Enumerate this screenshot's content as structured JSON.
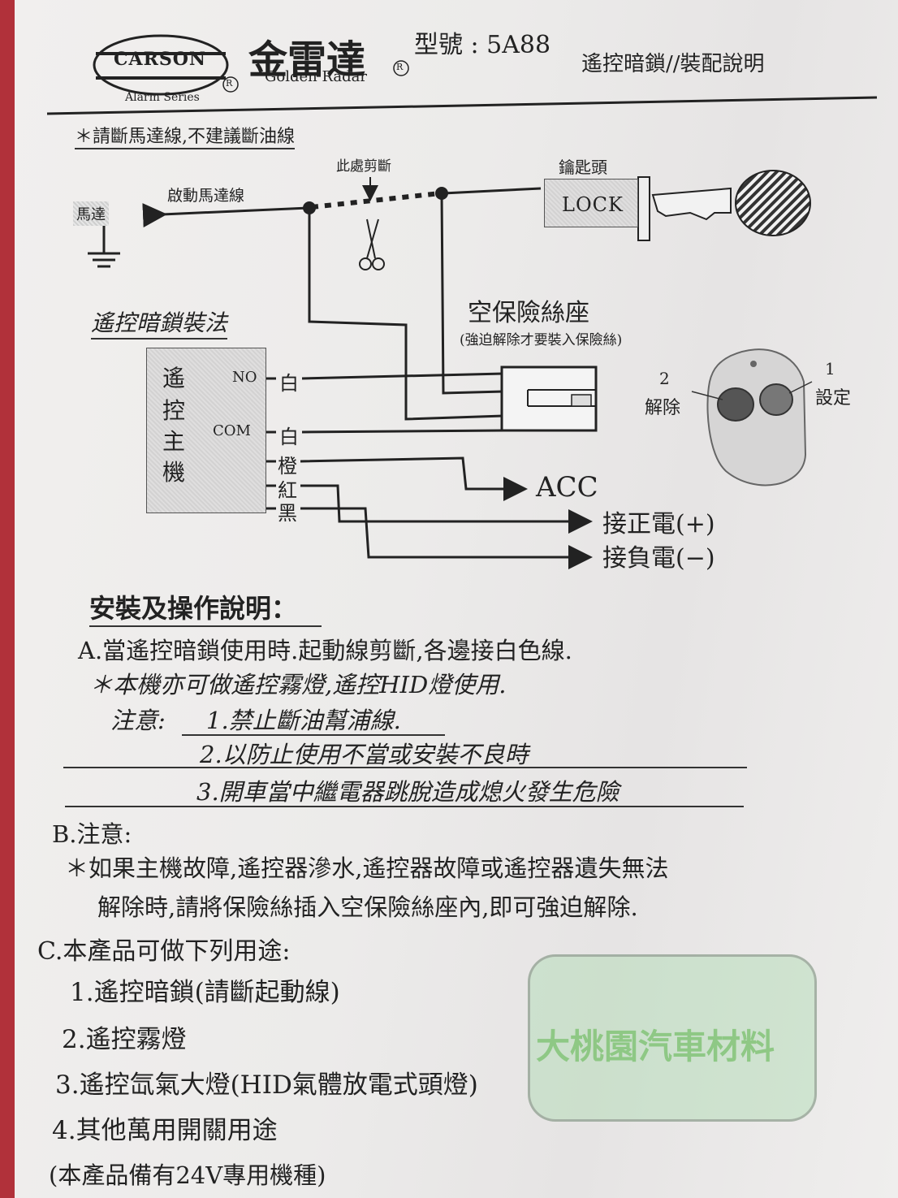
{
  "header": {
    "brand": "CARSON",
    "series": "Alarm Series",
    "reg1": "R",
    "reg2": "R",
    "cn_brand": "金雷達",
    "en_brand": "Golden Radar",
    "model_label": "型號 : 5A88",
    "doc_title": "遙控暗鎖//裝配說明"
  },
  "diagram": {
    "note": "＊請斷馬達線,不建議斷油線",
    "motor": "馬達",
    "start_motor_wire": "啟動馬達線",
    "cut_here": "此處剪斷",
    "key_head": "鑰匙頭",
    "lock": "LOCK",
    "install_title": "遙控暗鎖裝法",
    "fuse_seat": "空保險絲座",
    "fuse_note": "(強迫解除才要裝入保險絲)",
    "unit_chars": [
      "遙",
      "控",
      "主",
      "機"
    ],
    "no": "NO",
    "com": "COM",
    "wires": [
      "白",
      "白",
      "橙",
      "紅",
      "黑"
    ],
    "acc": "ACC",
    "pos": "接正電(+)",
    "neg": "接負電(−)",
    "remote_btn2_num": "2",
    "remote_btn2": "解除",
    "remote_btn1_num": "1",
    "remote_btn1": "設定"
  },
  "instructions": {
    "heading": "安裝及操作說明：",
    "a1": "A.當遙控暗鎖使用時.起動線剪斷,各邊接白色線.",
    "a2": "＊本機亦可做遙控霧燈,遙控HID燈使用.",
    "note_label": "注意:",
    "n1": "1.禁止斷油幫浦線.",
    "n2": "2.以防止使用不當或安裝不良時",
    "n3": "3.開車當中繼電器跳脫造成熄火發生危險",
    "b": "B.注意:",
    "b1": "＊如果主機故障,遙控器滲水,遙控器故障或遙控器遺失無法",
    "b2": "解除時,請將保險絲插入空保險絲座內,即可強迫解除.",
    "c": "C.本產品可做下列用途:",
    "c1": "1.遙控暗鎖(請斷起動線)",
    "c2": "2.遙控霧燈",
    "c3": "3.遙控氙氣大燈(HID氣體放電式頭燈)",
    "c4": "4.其他萬用開關用途",
    "c5": "(本產品備有24V專用機種)"
  },
  "watermark": "大桃園汽車材料"
}
